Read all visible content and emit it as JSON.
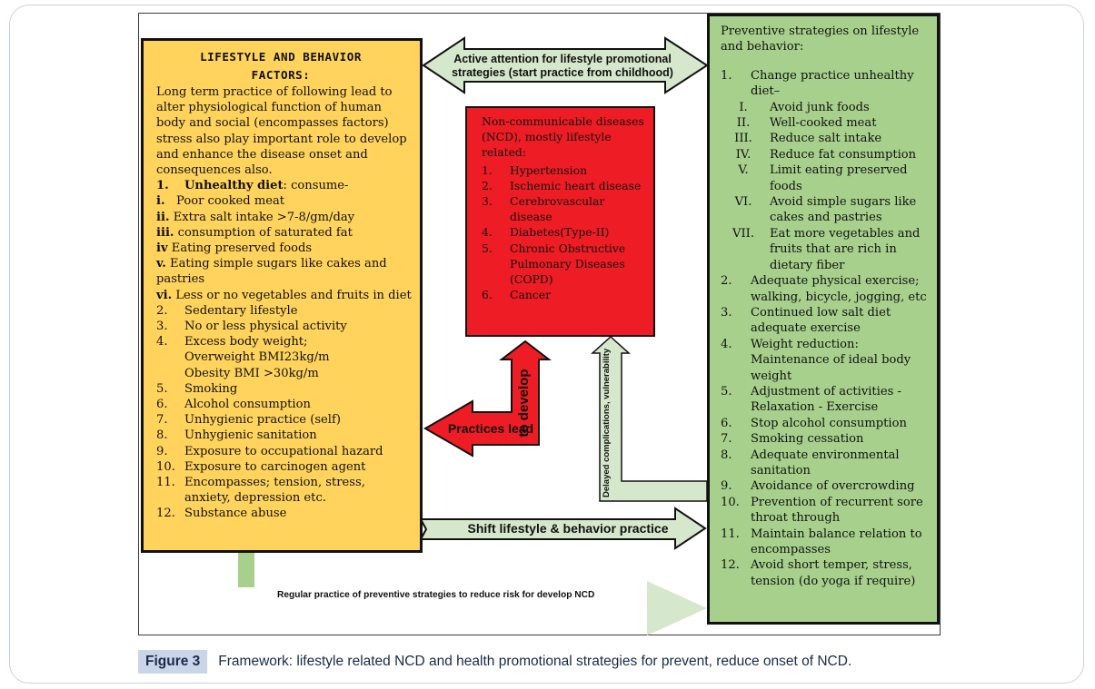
{
  "left_box": {
    "title_line1": "LIFESTYLE AND BEHAVIOR",
    "title_line2": "FACTORS:",
    "intro": "Long term practice of following lead to alter physiological function of human body and social (encompasses factors) stress also play important role to develop and enhance the disease onset and consequences also.",
    "item1_num": "1.",
    "item1_bold": "Unhealthy diet",
    "item1_rest": ": consume-",
    "sub_i_bold": "i.",
    "sub_i": "Poor cooked meat",
    "sub_ii_bold": "ii.",
    "sub_ii": "Extra salt intake >7-8/gm/day",
    "sub_iii_bold": "iii.",
    "sub_iii": "consumption of saturated fat",
    "sub_iv_bold": "iv",
    "sub_iv": "Eating preserved foods",
    "sub_v_bold": "v.",
    "sub_v": "Eating simple sugars like cakes and pastries",
    "sub_vi_bold": "vi.",
    "sub_vi": "Less or no vegetables and fruits in diet",
    "items": [
      {
        "num": "2.",
        "text": "Sedentary lifestyle"
      },
      {
        "num": "3.",
        "text": "No or less physical activity"
      },
      {
        "num": "4.",
        "text": "Excess body weight;\nOverweight BMI23kg/m\nObesity BMI >30kg/m"
      },
      {
        "num": "5.",
        "text": "Smoking"
      },
      {
        "num": "6.",
        "text": "Alcohol consumption"
      },
      {
        "num": "7.",
        "text": "Unhygienic practice (self)"
      },
      {
        "num": "8.",
        "text": "Unhygienic sanitation"
      },
      {
        "num": "9.",
        "text": "Exposure to occupational hazard"
      },
      {
        "num": "10.",
        "text": "Exposure to carcinogen agent"
      },
      {
        "num": "11.",
        "text": "Encompasses; tension, stress, anxiety, depression etc."
      },
      {
        "num": "12.",
        "text": "Substance abuse"
      }
    ]
  },
  "center_box": {
    "title": "Non-communicable diseases (NCD), mostly lifestyle related:",
    "items": [
      {
        "num": "1.",
        "text": "Hypertension"
      },
      {
        "num": "2.",
        "text": "Ischemic heart disease"
      },
      {
        "num": "3.",
        "text": "Cerebrovascular disease"
      },
      {
        "num": "4.",
        "text": "Diabetes(Type-II)"
      },
      {
        "num": "5.",
        "text": "Chronic Obstructive Pulmonary Diseases (COPD)"
      },
      {
        "num": "6.",
        "text": "Cancer"
      }
    ]
  },
  "right_box": {
    "title": "Preventive strategies on lifestyle and behavior:",
    "item1_num": "1.",
    "item1_text": "Change practice unhealthy diet–",
    "subs": [
      {
        "num": "I.",
        "text": "Avoid junk foods"
      },
      {
        "num": "II.",
        "text": "Well-cooked meat"
      },
      {
        "num": "III.",
        "text": "Reduce salt intake"
      },
      {
        "num": "IV.",
        "text": "Reduce fat consumption"
      },
      {
        "num": "V.",
        "text": "Limit eating preserved foods"
      },
      {
        "num": "VI.",
        "text": "Avoid simple sugars like cakes and pastries"
      },
      {
        "num": "VII.",
        "text": "Eat more vegetables and fruits that are rich in dietary fiber"
      }
    ],
    "items": [
      {
        "num": "2.",
        "text": "Adequate physical exercise; walking, bicycle, jogging, etc"
      },
      {
        "num": "3.",
        "text": "Continued low salt diet adequate exercise"
      },
      {
        "num": "4.",
        "text": "Weight reduction: Maintenance of ideal body weight"
      },
      {
        "num": "5.",
        "text": "Adjustment of activities - Relaxation - Exercise"
      },
      {
        "num": "6.",
        "text": "Stop alcohol consumption"
      },
      {
        "num": "7.",
        "text": "Smoking cessation"
      },
      {
        "num": "8.",
        "text": "Adequate environmental sanitation"
      },
      {
        "num": "9.",
        "text": "Avoidance of overcrowding"
      },
      {
        "num": "10.",
        "text": "Prevention of recurrent sore throat through"
      },
      {
        "num": "11.",
        "text": "Maintain balance relation to encompasses"
      },
      {
        "num": "12.",
        "text": "Avoid short temper, stress, tension (do yoga if require)"
      }
    ]
  },
  "arrows": {
    "top": "Active attention for lifestyle promotional strategies (start practice from childhood)",
    "shift": "Shift lifestyle & behavior practice",
    "practices_lead": "Practices lead",
    "to_develop": "to develop",
    "delayed": "Delayed complications, vulnerability",
    "regular": "Regular practice of preventive strategies to reduce risk for develop NCD"
  },
  "colors": {
    "left_fill": "#ffd35c",
    "center_fill": "#ee1c24",
    "right_fill": "#a8d08d",
    "arrow_fill": "#d6e8cc",
    "red_arrow": "#ee1c24",
    "caption_bg": "#c9d5e8"
  },
  "caption": {
    "label": "Figure 3",
    "text": "Framework: lifestyle related NCD and health promotional strategies for prevent, reduce onset of NCD."
  }
}
